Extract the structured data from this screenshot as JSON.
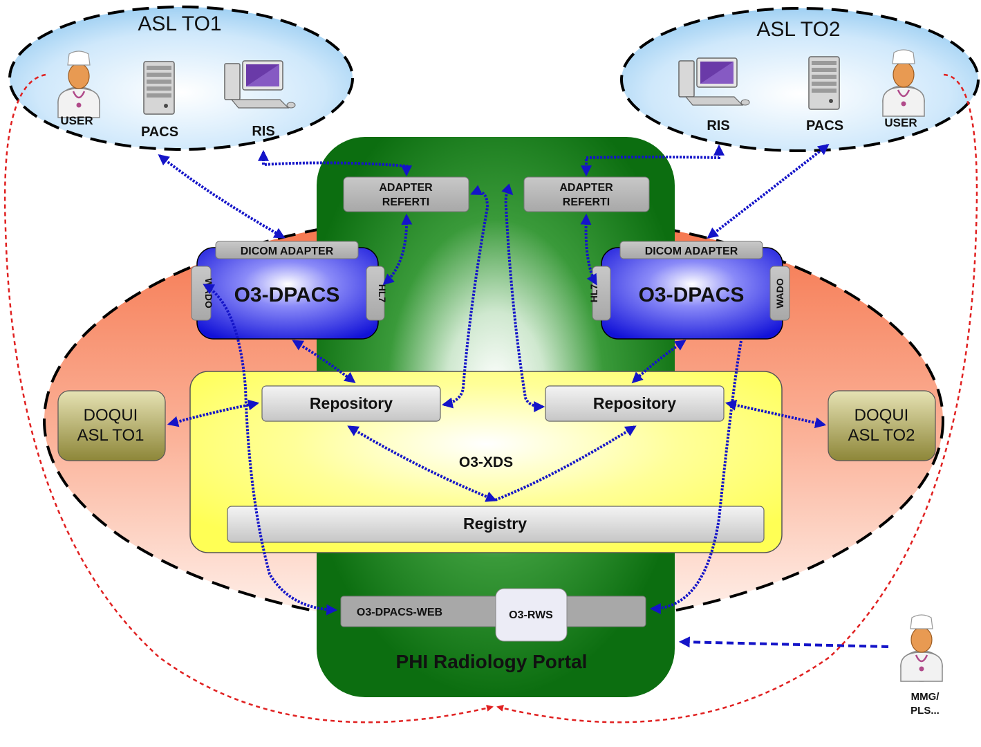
{
  "regions": {
    "asl_to1": {
      "title": "ASL TO1",
      "user_label": "USER",
      "pacs_label": "PACS",
      "ris_label": "RIS"
    },
    "asl_to2": {
      "title": "ASL TO2",
      "ris_label": "RIS",
      "pacs_label": "PACS",
      "user_label": "USER"
    }
  },
  "adapters": {
    "left_line1": "ADAPTER",
    "left_line2": "REFERTI",
    "right_line1": "ADAPTER",
    "right_line2": "REFERTI"
  },
  "dpacs": {
    "left": {
      "title": "O3-DPACS",
      "dicom_adapter": "DICOM ADAPTER",
      "hl7": "HL7",
      "wado": "WADO"
    },
    "right": {
      "title": "O3-DPACS",
      "dicom_adapter": "DICOM ADAPTER",
      "hl7": "HL7",
      "wado": "WADO"
    }
  },
  "xds": {
    "title": "O3-XDS",
    "repository_left": "Repository",
    "repository_right": "Repository",
    "registry": "Registry"
  },
  "doqui": {
    "left_line1": "DOQUI",
    "left_line2": "ASL TO1",
    "right_line1": "DOQUI",
    "right_line2": "ASL TO2"
  },
  "portal": {
    "title": "PHI Radiology Portal",
    "web_label": "O3-DPACS-WEB",
    "rws_label": "O3-RWS"
  },
  "external_user": {
    "line1": "MMG/",
    "line2": "PLS..."
  },
  "colors": {
    "portal_green": "#0f7a12",
    "dpacs_blue": "#1010e0",
    "xds_yellow": "#ffff66",
    "doqui_olive": "#a09a50",
    "ellipse_orange": "#f7825a",
    "sky_blue": "#c4e4fa",
    "link_blue": "#1414c8",
    "link_red": "#e02020"
  }
}
